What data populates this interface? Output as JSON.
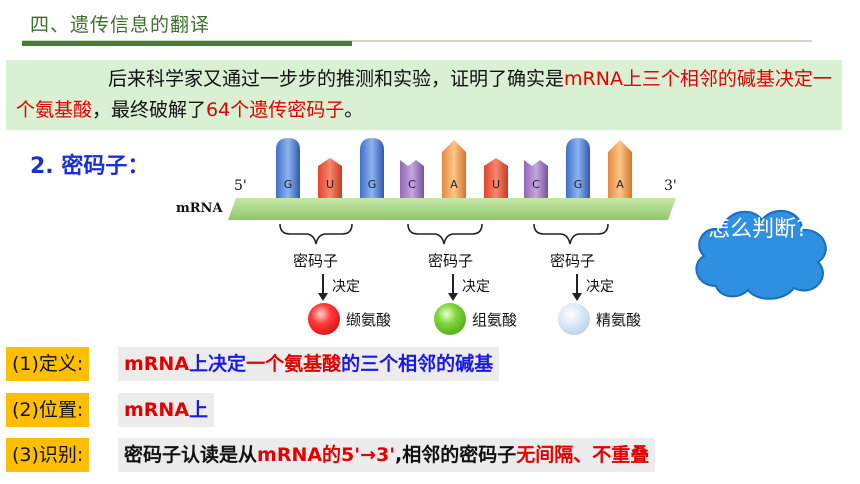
{
  "header": {
    "title": "四、遗传信息的翻译"
  },
  "intro": {
    "part1": "后来科学家又通过一步步的推测和实验，证明了确实是",
    "part2": "mRNA上三个相邻的碱基决定一个氨基酸",
    "part3": "，最终破解了",
    "part4": "64个遗传密码子",
    "part5": "。"
  },
  "section": {
    "title": "2. 密码子："
  },
  "diagram": {
    "mrna_label": "mRNA",
    "end5": "5'",
    "end3": "3'",
    "bases": [
      "G",
      "U",
      "G",
      "C",
      "A",
      "U",
      "C",
      "G",
      "A"
    ],
    "codon_label": "密码子",
    "decide_label": "决定",
    "amino_acids": [
      "缬氨酸",
      "组氨酸",
      "精氨酸"
    ]
  },
  "cloud": {
    "text": "怎么判断?"
  },
  "definitions": [
    {
      "label": "(1)定义:",
      "segments": [
        {
          "text": "mRNA",
          "color": "#e30000"
        },
        {
          "text": "上决定",
          "color": "#1a1ae6"
        },
        {
          "text": "一个氨基酸",
          "color": "#e30000"
        },
        {
          "text": "的",
          "color": "#1a1ae6"
        },
        {
          "text": "三个相邻的碱基",
          "color": "#1a1ae6"
        }
      ]
    },
    {
      "label": "(2)位置:",
      "segments": [
        {
          "text": "mRNA",
          "color": "#e30000"
        },
        {
          "text": "上",
          "color": "#1a1ae6"
        }
      ]
    },
    {
      "label": "(3)识别:",
      "segments": [
        {
          "text": "密码子认读是从",
          "color": "#111111"
        },
        {
          "text": "mRNA的5'→3'",
          "color": "#e30000"
        },
        {
          "text": ",相邻的密码子",
          "color": "#111111"
        },
        {
          "text": "无间隔、不重叠",
          "color": "#e30000"
        }
      ]
    }
  ]
}
